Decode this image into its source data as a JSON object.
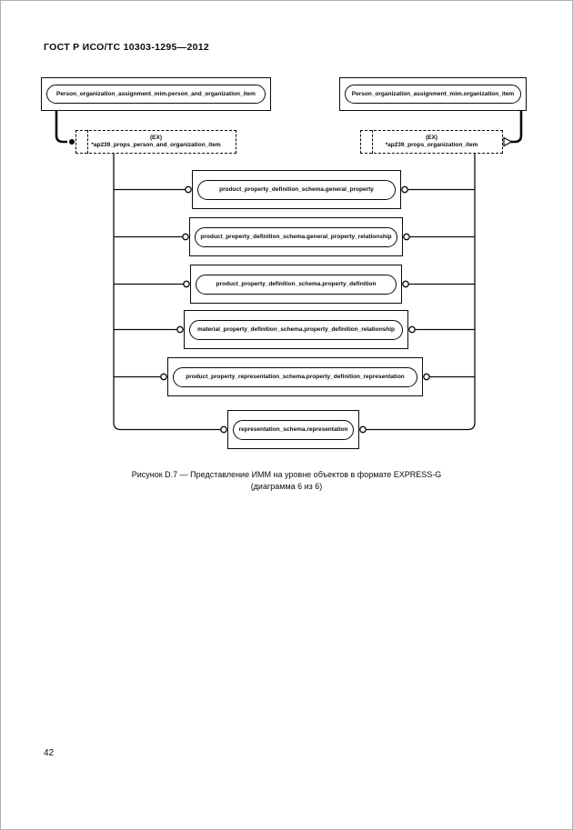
{
  "page": {
    "header": "ГОСТ Р ИСО/ТС 10303-1295—2012",
    "page_number": "42",
    "caption_line1": "Рисунок D.7 — Представление ИММ на уровне объектов в формате EXPRESS-G",
    "caption_line2": "(диаграмма 6 из 6)"
  },
  "diagram": {
    "type": "EXPRESS-G entity level model",
    "ink_color": "#0a0a0a",
    "top_nodes": [
      {
        "label": "Person_organization_assignment_mim.person_and_organization_item"
      },
      {
        "label": "Person_organization_assignment_mim.organization_item"
      }
    ],
    "ref_boxes": [
      {
        "tag": "(EX)",
        "label": "*ap239_props_person_and_organization_item"
      },
      {
        "tag": "(EX)",
        "label": "*ap239_props_organization_item"
      }
    ],
    "entity_nodes": [
      {
        "label": "product_property_definition_schema.general_property"
      },
      {
        "label": "product_property_definition_schema.general_property_relationship"
      },
      {
        "label": "product_property_definition_schema.property_definition"
      },
      {
        "label": "material_property_definition_schema.property_definition_relationship"
      },
      {
        "label": "product_property_representation_schema.property_definition_representation"
      },
      {
        "label": "representation_schema.representation"
      }
    ]
  }
}
